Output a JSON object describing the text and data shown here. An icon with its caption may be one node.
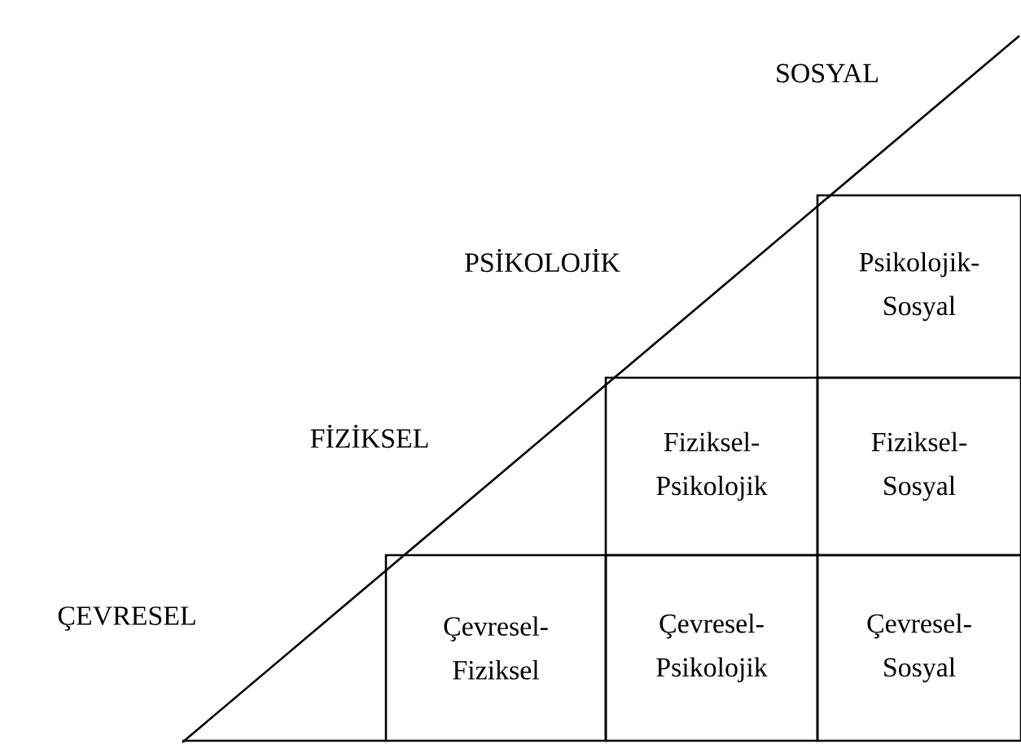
{
  "diagram": {
    "nodes": [
      {
        "text": [
          "Psikolojik- Sosyal"
        ]
      },
      {
        "text": [
          "Fiziksel- Psikolojik"
        ]
      },
      {
        "text": [
          "Fiziksel- Sosyal"
        ]
      },
      {
        "text": [
          "Çevresel- Fiziksel"
        ]
      },
      {
        "text": [
          "Çevresel- Psikolojik"
        ]
      },
      {
        "text": [
          "Çevresel- Sosyal"
        ]
      }
    ],
    "labels": [
      "SOSYAL",
      "PSİKOLOJİK",
      "FİZİKSEL",
      "ÇEVRESEL"
    ]
  }
}
